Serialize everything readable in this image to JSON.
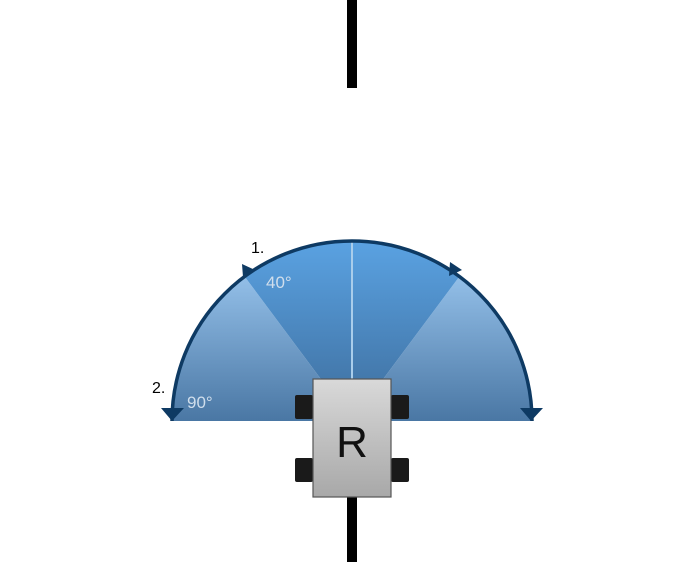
{
  "diagram": {
    "robot_label": "R",
    "angles": [
      {
        "marker": "1.",
        "value": "40°"
      },
      {
        "marker": "2.",
        "value": "90°"
      }
    ]
  },
  "colors": {
    "track": "#000000",
    "sector_dark_top": "#5aa0df",
    "sector_dark_bottom": "#3f6f9f",
    "sector_light_top": "#8cb9e4",
    "sector_light_bottom": "#4b7aa8",
    "arc_stroke": "#0e3a63",
    "angle_text": "#d0deec",
    "robot_body": "#c9c9c9",
    "wheel": "#1a1a1a"
  }
}
